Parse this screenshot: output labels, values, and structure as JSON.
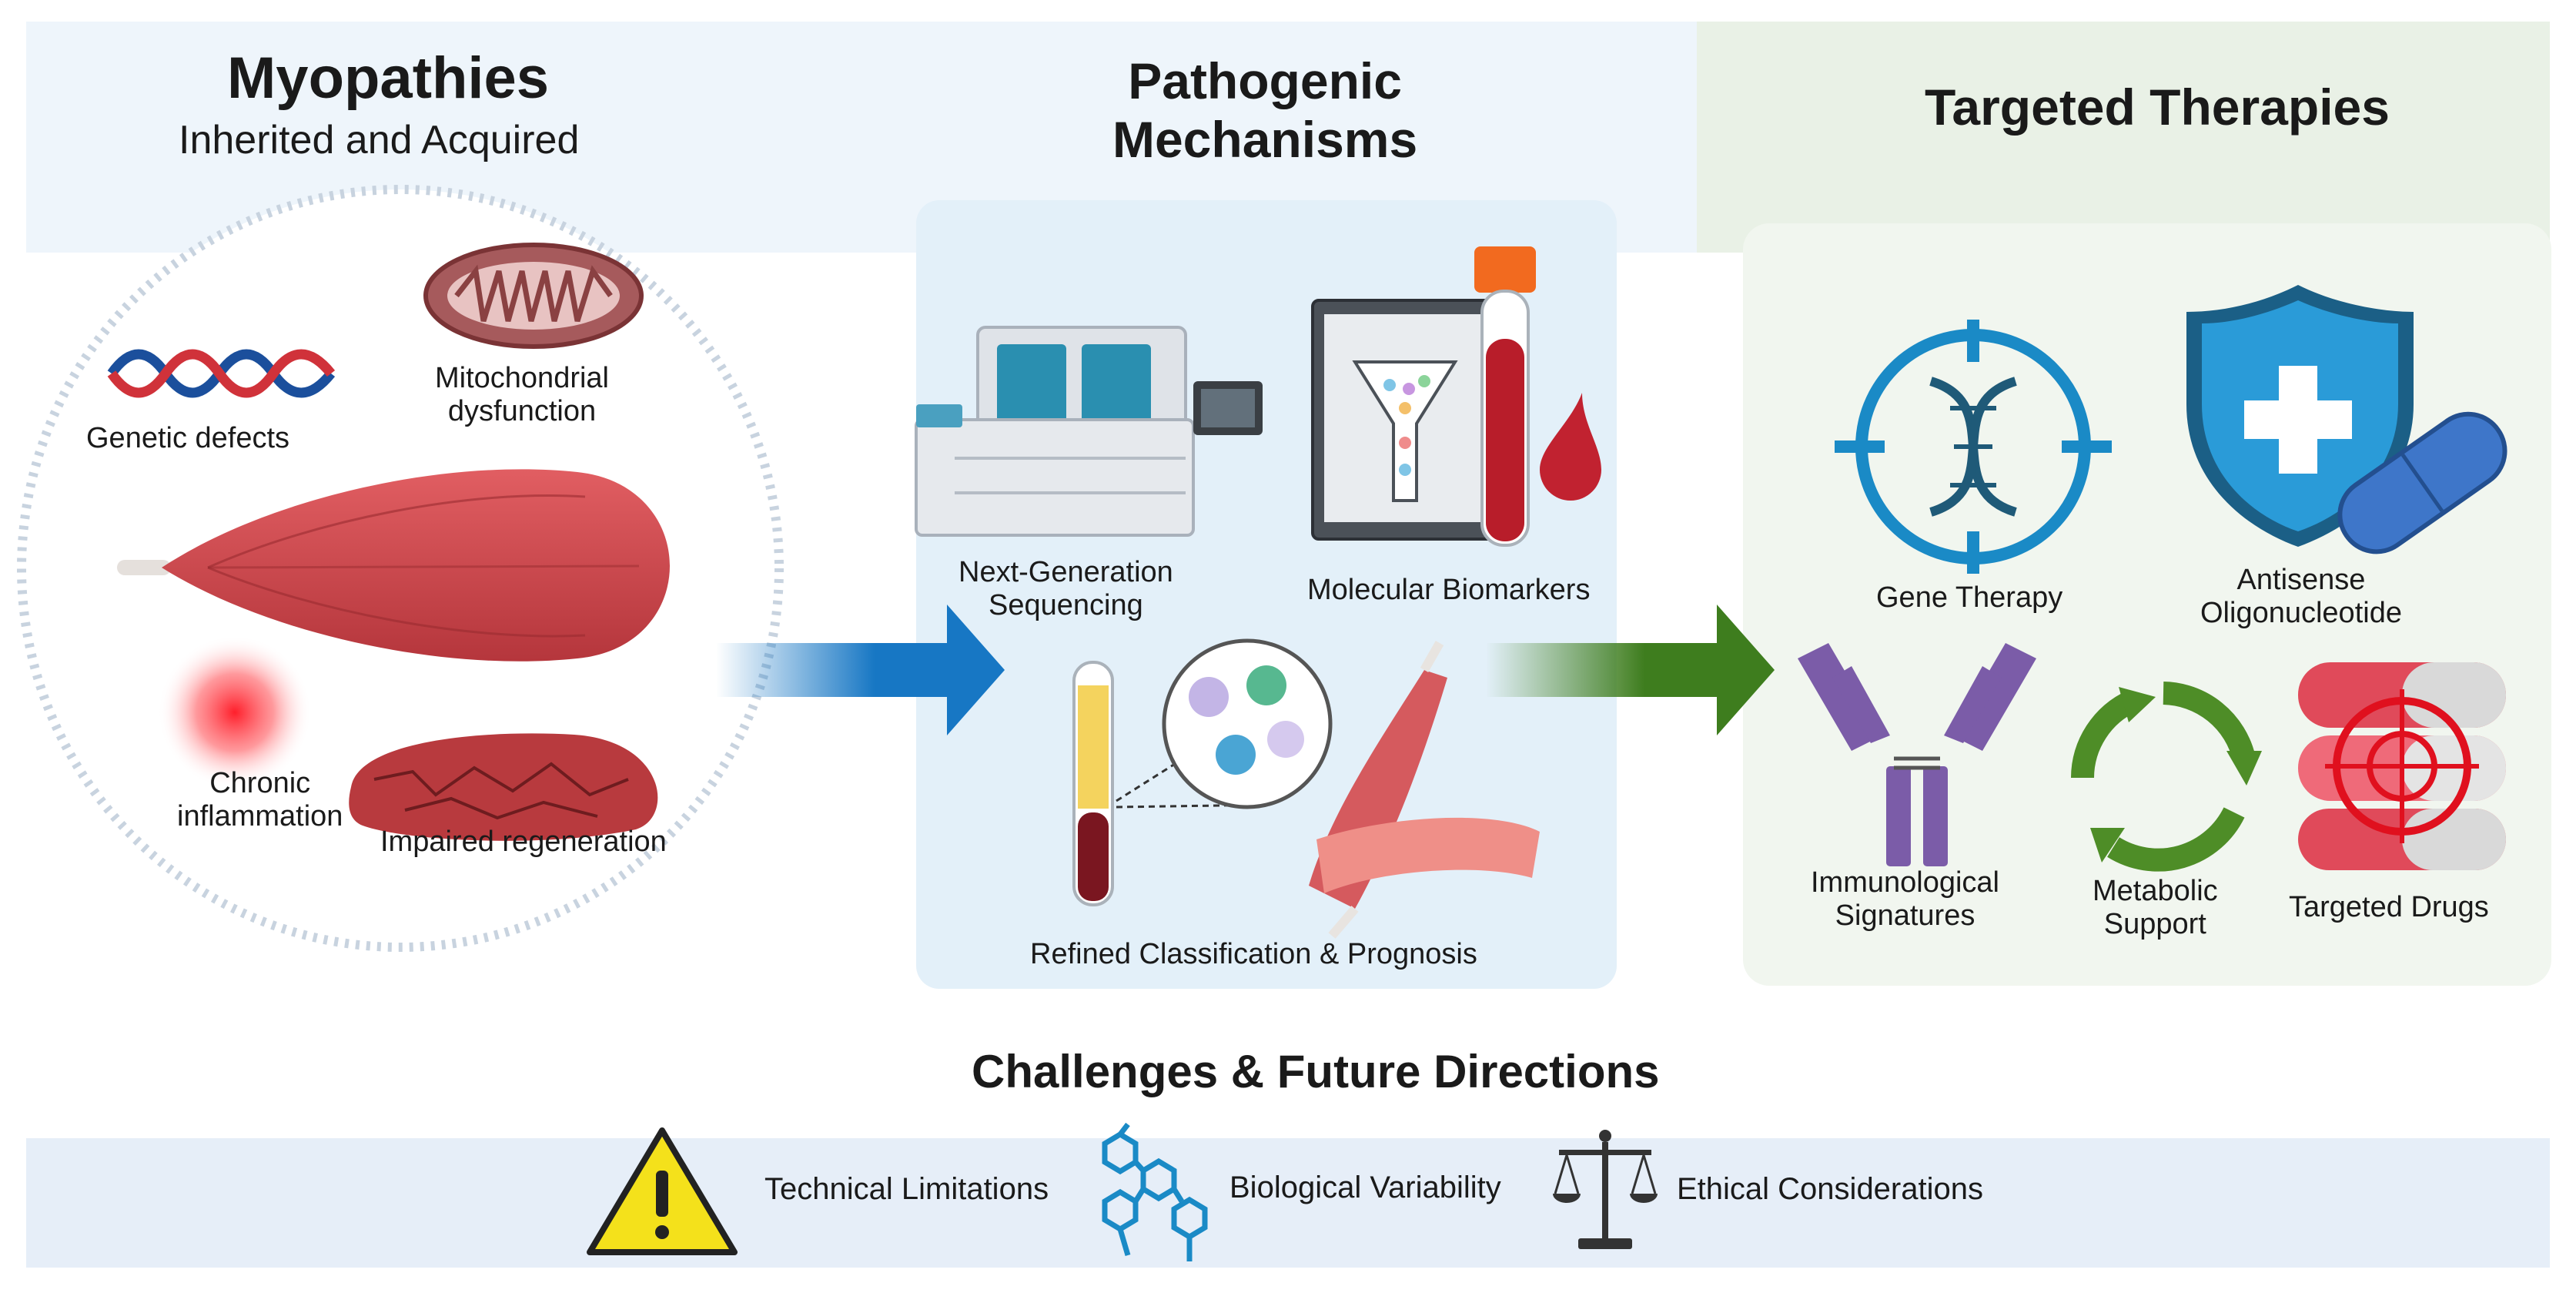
{
  "sections": {
    "myopathies": {
      "title": "Myopathies",
      "subtitle": "Inherited and Acquired",
      "items": {
        "genetic": "Genetic defects",
        "mito_line1": "Mitochondrial",
        "mito_line2": "dysfunction",
        "chronic_line1": "Chronic",
        "chronic_line2": "inflammation",
        "impaired": "Impaired regeneration"
      }
    },
    "mechanisms": {
      "title_line1": "Pathogenic",
      "title_line2": "Mechanisms",
      "items": {
        "ngs_line1": "Next-Generation",
        "ngs_line2": "Sequencing",
        "biomarkers": "Molecular Biomarkers",
        "classification": "Refined Classification & Prognosis"
      }
    },
    "therapies": {
      "title": "Targeted Therapies",
      "items": {
        "gene": "Gene Therapy",
        "antisense_line1": "Antisense",
        "antisense_line2": "Oligonucleotide",
        "immuno_line1": "Immunological",
        "immuno_line2": "Signatures",
        "metabolic_line1": "Metabolic",
        "metabolic_line2": "Support",
        "drugs": "Targeted Drugs"
      }
    }
  },
  "challenges": {
    "title": "Challenges & Future Directions",
    "items": {
      "technical": "Technical Limitations",
      "biological": "Biological Variability",
      "ethical": "Ethical Considerations"
    }
  },
  "colors": {
    "muscle": "#d14a4f",
    "blue_arrow": "#1777c4",
    "green_arrow": "#3e7d1e",
    "therapy_blue": "#1a8ac6",
    "antibody_purple": "#7b5ca8",
    "warning_yellow": "#f4e11b"
  }
}
